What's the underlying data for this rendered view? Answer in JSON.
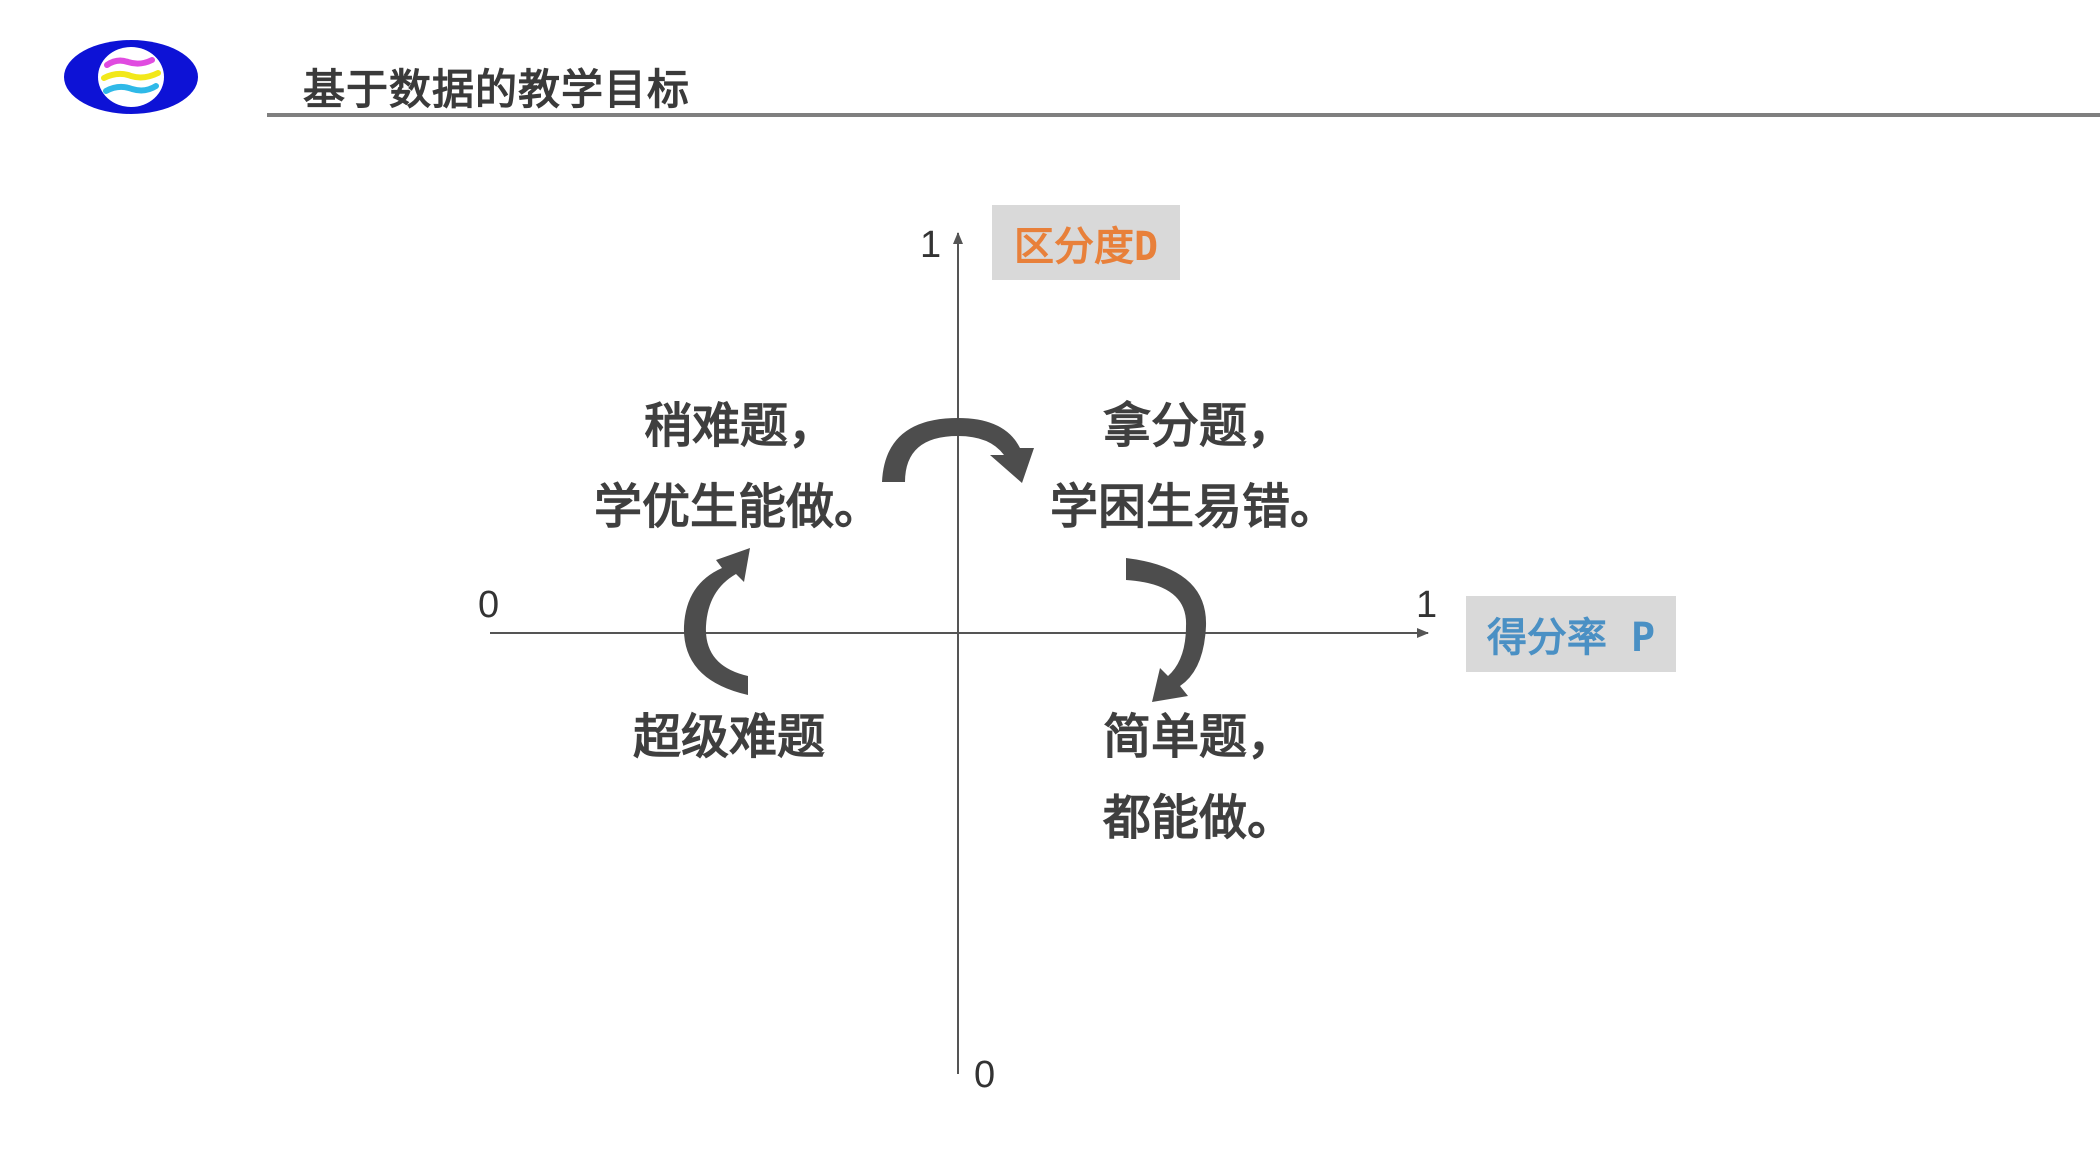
{
  "header": {
    "title": "基于数据的教学目标",
    "logo_icon": "school-emblem-icon"
  },
  "chart_data": {
    "type": "quadrant-diagram",
    "x_axis": {
      "label": "得分率 P",
      "min": 0,
      "max": 1,
      "min_label": "0",
      "max_label": "1",
      "label_color": "#4a90c4"
    },
    "y_axis": {
      "label": "区分度D",
      "min": 0,
      "max": 1,
      "min_label": "0",
      "max_label": "1",
      "label_color": "#e8803a"
    },
    "quadrants": [
      {
        "position": "top-left",
        "lines": [
          "稍难题，",
          "学优生能做。"
        ]
      },
      {
        "position": "top-right",
        "lines": [
          "拿分题，",
          "学困生易错。"
        ]
      },
      {
        "position": "bottom-left",
        "lines": [
          "超级难题"
        ]
      },
      {
        "position": "bottom-right",
        "lines": [
          "简单题，",
          "都能做。"
        ]
      }
    ],
    "flow": "clockwise",
    "arrow_color": "#4d4d4d"
  }
}
